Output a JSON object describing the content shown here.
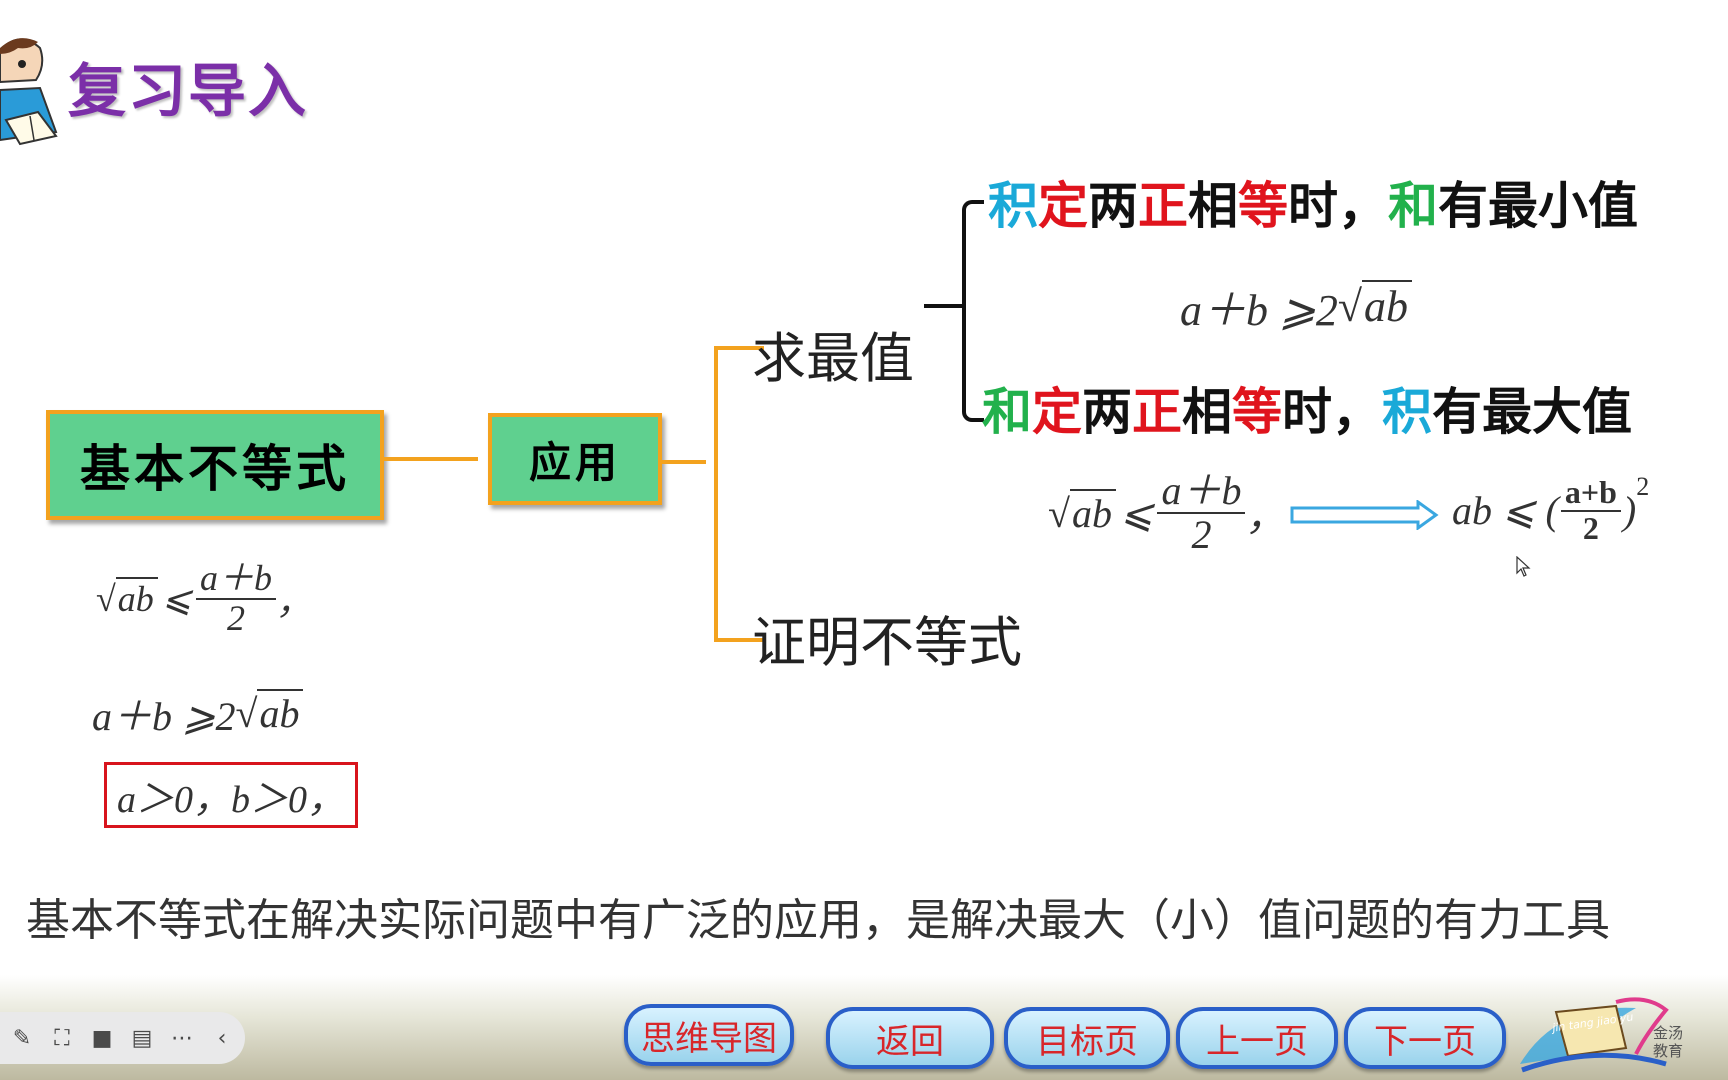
{
  "slide": {
    "title": "复习导入",
    "core_box": "基本不等式",
    "apply_box": "应用",
    "branch_max_min": "求最值",
    "branch_proof": "证明不等式",
    "left_formula1": {
      "lhs": "ab",
      "num": "a＋b",
      "den": "2",
      "tail": "，"
    },
    "left_formula2": {
      "lhs": "a＋b ⩾2",
      "rad": "ab"
    },
    "left_condition": "a＞0，b＞0，",
    "rule1": [
      {
        "text": "积",
        "color": "#1aa9d8"
      },
      {
        "text": "定",
        "color": "#e0141d"
      },
      {
        "text": "两",
        "color": "#111111"
      },
      {
        "text": "正",
        "color": "#e0141d"
      },
      {
        "text": "相",
        "color": "#111111"
      },
      {
        "text": "等",
        "color": "#e0141d"
      },
      {
        "text": "时，",
        "color": "#111111"
      },
      {
        "text": "和",
        "color": "#22b14c"
      },
      {
        "text": "有最小值",
        "color": "#111111"
      }
    ],
    "rule1_formula": {
      "lhs": "a＋b ⩾2",
      "rad": "ab"
    },
    "rule2": [
      {
        "text": "和",
        "color": "#22b14c"
      },
      {
        "text": "定",
        "color": "#e0141d"
      },
      {
        "text": "两",
        "color": "#111111"
      },
      {
        "text": "正",
        "color": "#e0141d"
      },
      {
        "text": "相",
        "color": "#111111"
      },
      {
        "text": "等",
        "color": "#e0141d"
      },
      {
        "text": "时，",
        "color": "#111111"
      },
      {
        "text": "积",
        "color": "#1aa9d8"
      },
      {
        "text": "有最大值",
        "color": "#111111"
      }
    ],
    "rule2_formula": {
      "rad": "ab",
      "num": "a＋b",
      "den": "2",
      "tail": "，",
      "rhs": "ab ⩽ (",
      "rnum": "a+b",
      "rden": "2",
      "rclose": ")",
      "exp": "2"
    },
    "summary": "基本不等式在解决实际问题中有广泛的应用，是解决最大（小）值问题的有力工具"
  },
  "toolbar": {
    "buttons": [
      "思维导图",
      "返回",
      "目标页",
      "上一页",
      "下一页"
    ],
    "logo_text": "金汤教育",
    "logo_pinyin": "jin tang jiao yu"
  },
  "colors": {
    "title": "#7b2fa8",
    "box_fill": "#5fd08f",
    "box_border": "#f3a21e",
    "condition_border": "#d8141d",
    "arrow": "#3aa7e0",
    "nav_text": "#d8262a",
    "nav_border": "#2a5fc8"
  },
  "icons": [
    "pen-icon",
    "screenshot-icon",
    "camera-icon",
    "comment-icon",
    "more-icon",
    "collapse-icon"
  ]
}
